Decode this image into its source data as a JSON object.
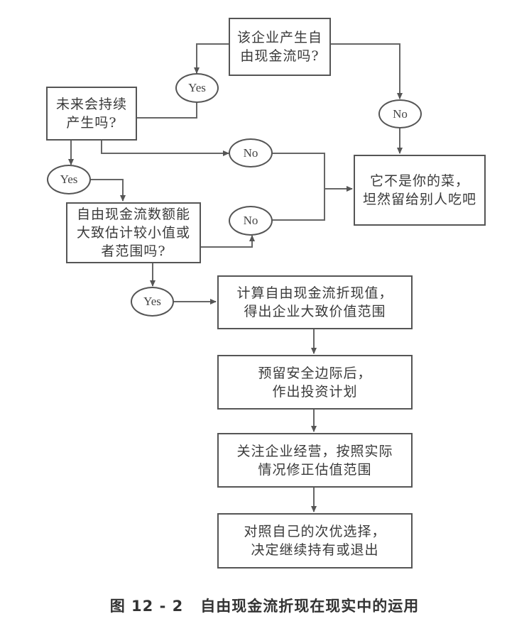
{
  "nodes": {
    "q1": "该企业产生自\n由现金流吗?",
    "q2": "未来会持续\n产生吗?",
    "q3": "自由现金流数额能\n大致估计较小值或\n者范围吗?",
    "reject": "它不是你的菜，\n坦然留给别人吃吧",
    "step1": "计算自由现金流折现值，\n得出企业大致价值范围",
    "step2": "预留安全边际后，\n作出投资计划",
    "step3": "关注企业经营，按照实际\n情况修正估值范围",
    "step4": "对照自己的次优选择，\n决定继续持有或退出"
  },
  "labels": {
    "yes1": "Yes",
    "yes2": "Yes",
    "yes3": "Yes",
    "no1": "No",
    "no2": "No",
    "no3": "No"
  },
  "caption": {
    "figure_number": "图 12 - 2",
    "title": "自由现金流折现在现实中的运用"
  }
}
